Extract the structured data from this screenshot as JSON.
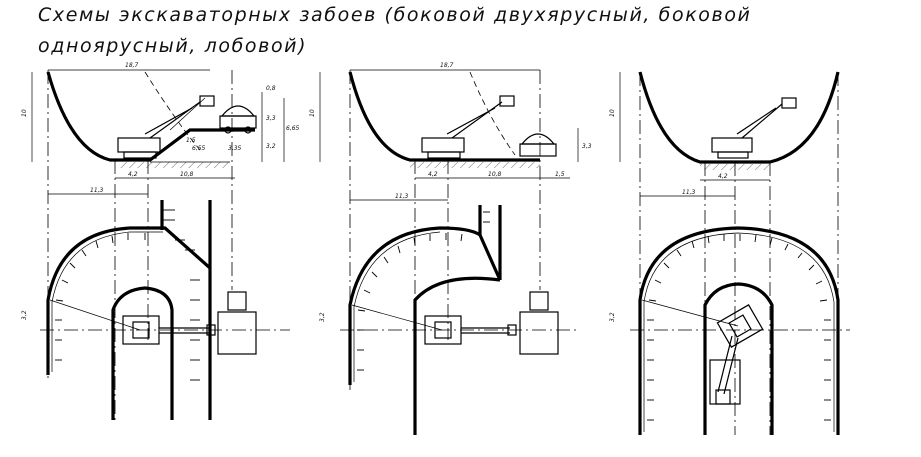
{
  "title": "Схемы экскаваторных забоев (боковой двухярусный, боковой одноярусный, лобовой)",
  "schemes": [
    {
      "name": "side-two-tier",
      "dims": {
        "top_width": "18,7",
        "height": "10",
        "h1": "0,8",
        "h2": "3,3",
        "h3": "6,65",
        "h4": "3,2",
        "bench": "1,5",
        "b1": "6,55",
        "b2": "3,35",
        "left": "4,2",
        "right": "10,8",
        "total": "11,3",
        "plan": "3,2"
      }
    },
    {
      "name": "side-one-tier",
      "dims": {
        "top_width": "18,7",
        "height": "10",
        "h2": "3,3",
        "left": "4,2",
        "right": "10,8",
        "bench": "1,5",
        "total": "11,3",
        "plan": "3,2"
      }
    },
    {
      "name": "frontal",
      "dims": {
        "height": "10",
        "left": "4,2",
        "total": "11,3",
        "plan": "3,2"
      }
    }
  ]
}
